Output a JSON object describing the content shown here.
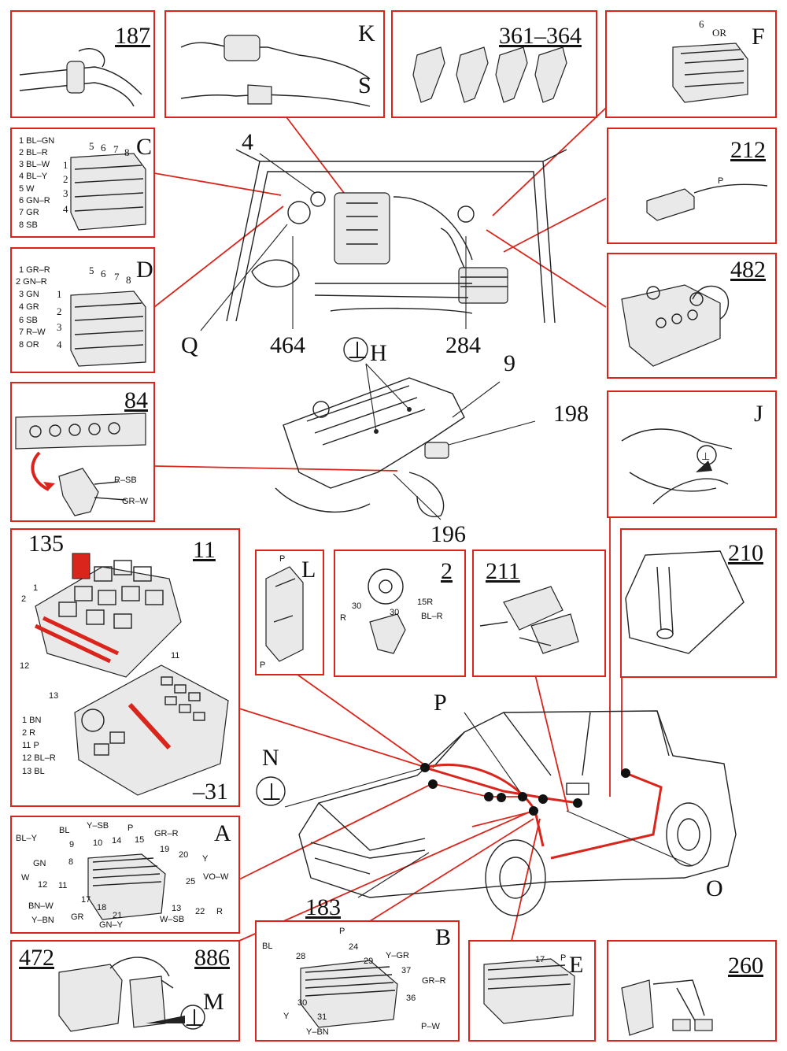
{
  "callouts": {
    "p187": "187",
    "K": "K",
    "S": "S",
    "p361": "361–364",
    "F": "F",
    "F_pin": "6",
    "F_color": "OR",
    "C": "C",
    "C_wires": [
      "1 BL–GN",
      "2 BL–R",
      "3 BL–W",
      "4 BL–Y",
      "5 W",
      "6 GN–R",
      "7 GR",
      "8 SB"
    ],
    "C_pins_top": [
      "5",
      "6",
      "7",
      "8"
    ],
    "C_pins_side": [
      "1",
      "2",
      "3",
      "4"
    ],
    "D": "D",
    "D_wires": [
      "1 GR–R",
      "2 GN–R",
      "3 GN",
      "4 GR",
      "6 SB",
      "7 R–W",
      "8 OR"
    ],
    "D_pins_top": [
      "5",
      "6",
      "7",
      "8"
    ],
    "D_pins_side": [
      "1",
      "2",
      "3",
      "4"
    ],
    "n4": "4",
    "Q": "Q",
    "n464": "464",
    "n284": "284",
    "p212": "212",
    "p212_wire": "P",
    "p482": "482",
    "H": "H",
    "n9": "9",
    "n198": "198",
    "n196": "196",
    "p84": "84",
    "p84_w1": "R–SB",
    "p84_w2": "GR–W",
    "J": "J",
    "p210": "210",
    "p11": "11",
    "p11_135": "135",
    "p11_labels": [
      "1",
      "2",
      "12",
      "13",
      "11",
      "–31"
    ],
    "p11_legend": [
      "1 BN",
      "2 R",
      "11 P",
      "12 BL–R",
      "13 BL"
    ],
    "L": "L",
    "L_p1": "P",
    "L_p2": "P",
    "p2": "2",
    "p2_labels": [
      "15R",
      "30",
      "R",
      "30",
      "BL–R"
    ],
    "p211": "211",
    "N": "N",
    "P": "P",
    "O": "O",
    "n183": "183",
    "A": "A",
    "A_labels": [
      "BL",
      "Y–SB",
      "P",
      "GR–R",
      "BL–Y",
      "9",
      "10",
      "14",
      "15",
      "19",
      "20",
      "Y",
      "GN",
      "8",
      "W",
      "12",
      "11",
      "25",
      "VO–W",
      "BN–W",
      "17",
      "18",
      "13",
      "Y–BN",
      "GR",
      "21",
      "GN–Y",
      "W–SB",
      "22",
      "R"
    ],
    "p472": "472",
    "p886": "886",
    "M": "M",
    "B": "B",
    "B_labels": [
      "P",
      "BL",
      "28",
      "24",
      "29",
      "Y–GR",
      "37",
      "GR–R",
      "30",
      "31",
      "36",
      "Y",
      "Y–BN",
      "P–W"
    ],
    "E": "E",
    "E_labels": [
      "17",
      "P"
    ],
    "p260": "260",
    "ground": "⊥"
  },
  "colors": {
    "accent_red": "#d9251c",
    "ink": "#222222",
    "background": "#ffffff"
  }
}
